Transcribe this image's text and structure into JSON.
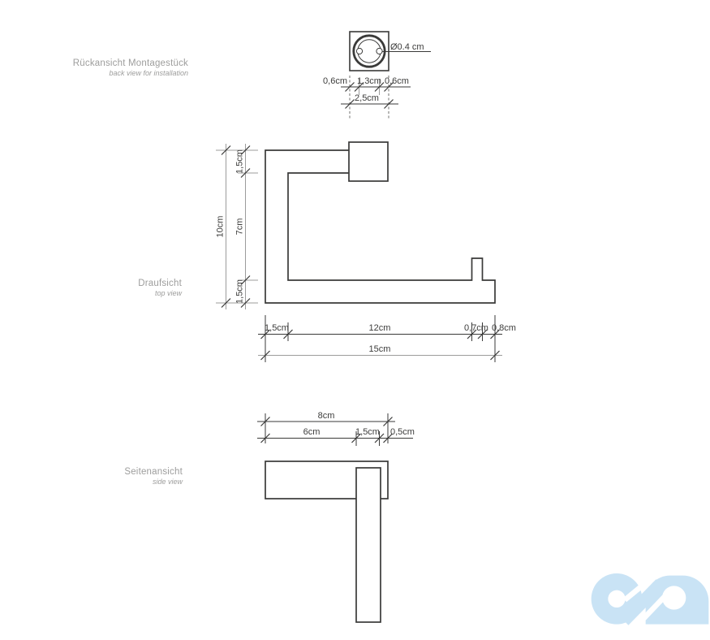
{
  "views": {
    "back": {
      "label_de": "Rückansicht Montagestück",
      "label_en": "back view for installation",
      "dims": {
        "left": "0,6cm",
        "middle": "1,3cm",
        "right": "0,6cm",
        "total": "2,5cm",
        "hole_diameter": "Ø0.4 cm"
      }
    },
    "top": {
      "label_de": "Draufsicht",
      "label_en": "top view",
      "dims": {
        "height_total": "10cm",
        "h1": "1,5cm",
        "h2": "7cm",
        "h3": "1,5cm",
        "w1": "1,5cm",
        "w2": "12cm",
        "w3": "0,7cm",
        "w4": "0,8cm",
        "width_total": "15cm"
      }
    },
    "side": {
      "label_de": "Seitenansicht",
      "label_en": "side view",
      "dims": {
        "total": "8cm",
        "s1": "6cm",
        "s2": "1,5cm",
        "s3": "0,5cm"
      }
    }
  },
  "logo": {
    "name": "decor-walther-cd-monogram",
    "color": "#c9e3f5"
  },
  "colors": {
    "line_dark": "#3a3a39",
    "line_gray": "#9c9c9b",
    "text_dim": "#3c3c3b",
    "text_label": "#9d9d9c",
    "background": "#ffffff"
  }
}
